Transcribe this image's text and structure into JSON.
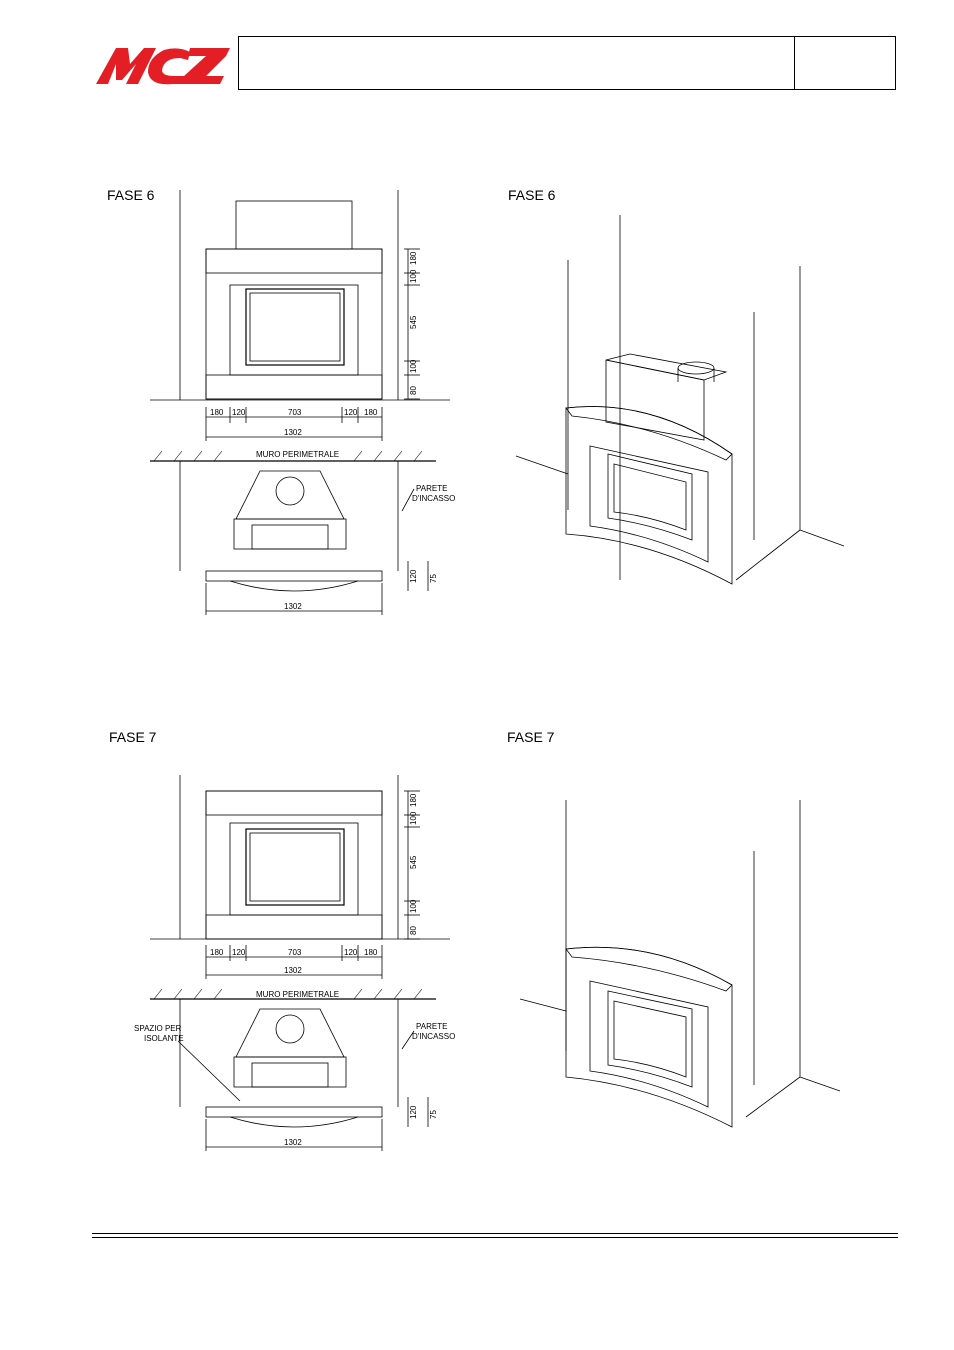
{
  "header": {
    "brand": "MCZ",
    "title": "",
    "page": ""
  },
  "phase6": {
    "plan_label": "FASE 6",
    "perspective_label": "FASE 6",
    "wall_label": "MURO PERIMETRALE",
    "recess_label_1": "PARETE",
    "recess_label_2": "D'INCASSO",
    "dims_h": [
      "180",
      "120",
      "703",
      "120",
      "180"
    ],
    "dims_v": [
      "180",
      "100",
      "545",
      "100",
      "80"
    ],
    "total_width": "1302",
    "total_width_plan": "1302",
    "dims_side": [
      "120",
      "75"
    ]
  },
  "phase7": {
    "plan_label": "FASE 7",
    "perspective_label": "FASE 7",
    "wall_label": "MURO PERIMETRALE",
    "insulation_label_1": "SPAZIO PER",
    "insulation_label_2": "ISOLANTE",
    "recess_label_1": "PARETE",
    "recess_label_2": "D'INCASSO",
    "dims_h": [
      "180",
      "120",
      "703",
      "120",
      "180"
    ],
    "dims_v": [
      "180",
      "100",
      "545",
      "100",
      "80"
    ],
    "total_width": "1302",
    "total_width_plan": "1302",
    "dims_side": [
      "120",
      "75"
    ]
  },
  "colors": {
    "brand_red": "#e31e24",
    "line": "#000000"
  }
}
